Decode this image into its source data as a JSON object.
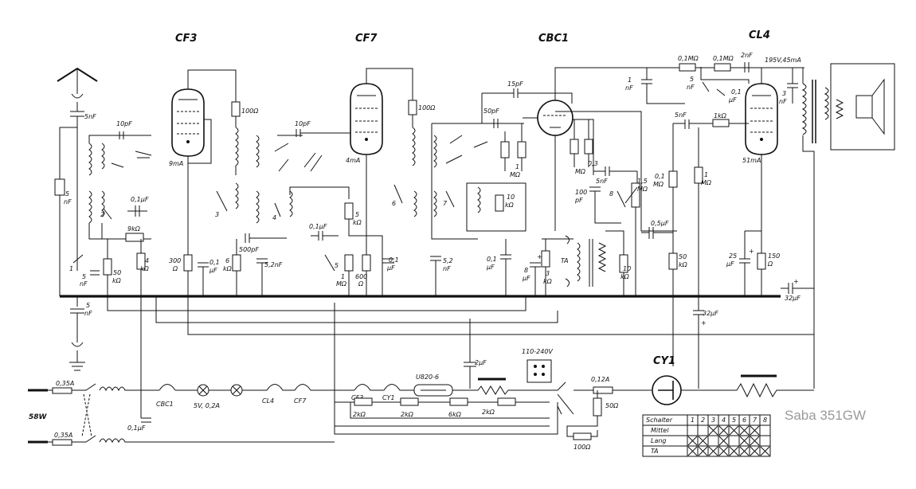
{
  "tubes": {
    "cf3": "CF3",
    "cf7": "CF7",
    "cbc1": "CBC1",
    "cl4": "CL4",
    "cy1": "CY1"
  },
  "labels": {
    "c_5nf_ant": "5nF",
    "c_10pf_1": "10pF",
    "r_100_1": "100Ω",
    "i_9ma": "9mA",
    "c_01uf_1": "0,1μF",
    "r_9k": "9kΩ",
    "r_50k_1": "50",
    "r_50k_1b": "kΩ",
    "r_4k": "4",
    "r_4kb": "kΩ",
    "r_300": "300",
    "r_300b": "Ω",
    "c_01uf_2a": "0,1",
    "c_01uf_2b": "μF",
    "r_6k": "6",
    "r_6kb": "kΩ",
    "c_500pf": "500pF",
    "c_52nf_1": "5,2nF",
    "c_10pf_2": "10pF",
    "r_100_2": "100Ω",
    "i_4ma": "4mA",
    "r_5k_a": "5",
    "r_5k_b": "kΩ",
    "c_01uf_3": "0,1μF",
    "r_1m_a": "1",
    "r_1m_b": "MΩ",
    "r_600_a": "600",
    "r_600_b": "Ω",
    "c_01uf_4a": "0,1",
    "c_01uf_4b": "μF",
    "c_52nf_2a": "5,2",
    "c_52nf_2b": "nF",
    "c_15pf": "15pF",
    "c_50pf": "50pF",
    "r_1m_2": "1",
    "r_1m_2b": "MΩ",
    "r_03m_a": "0,3",
    "r_03m_b": "MΩ",
    "c_5nf_2": "5nF",
    "c_100pf_a": "100",
    "c_100pf_b": "pF",
    "r_10k_a": "10",
    "r_10k_b": "kΩ",
    "r_15m_a": "1,5",
    "r_15m_b": "MΩ",
    "c_01uf_5a": "0,1",
    "c_01uf_5b": "μF",
    "c_8uf_a": "8",
    "c_8uf_b": "μF",
    "r_3k_a": "3",
    "r_3k_b": "kΩ",
    "ta": "TA",
    "r_10k_2a": "10",
    "r_10k_2b": "kΩ",
    "c_05uf": "0,5μF",
    "c_1nf_a": "1",
    "c_1nf_b": "nF",
    "r_01m_1": "0,1MΩ",
    "r_01m_2": "0,1MΩ",
    "c_2nf": "2nF",
    "v_195": "195V,45mA",
    "c_5nf_3a": "5",
    "c_5nf_3b": "nF",
    "c_01uf_6a": "0,1",
    "c_01uf_6b": "μF",
    "c_3nf_a": "3",
    "c_3nf_b": "nF",
    "c_5nf_4": "5nF",
    "r_1k": "1kΩ",
    "r_01m_3a": "0,1",
    "r_01m_3b": "MΩ",
    "r_1m_3a": "1",
    "r_1m_3b": "MΩ",
    "i_51ma": "51mA",
    "r_50k_2a": "50",
    "r_50k_2b": "kΩ",
    "c_25uf_a": "25",
    "c_25uf_b": "μF",
    "r_150_a": "150",
    "r_150_b": "Ω",
    "c_32uf_1": "32μF",
    "c_32uf_2": "32μF",
    "c_5nf_5a": "5",
    "c_5nf_5b": "nF",
    "c_5nf_6a": "5",
    "c_5nf_6b": "nF",
    "c_5nf_7a": "5",
    "c_5nf_7b": "nF",
    "c_2uf": "2μF",
    "v_110_240": "110-240V",
    "u820": "U820-6",
    "fuse_012": "0,12A",
    "r_50_a": "50Ω",
    "r_100_3": "100Ω",
    "fuse_035_1": "0,35A",
    "fuse_035_2": "0,35A",
    "w58": "58W",
    "c_01uf_7": "0,1μF",
    "h_cbc1": "CBC1",
    "lamp": "5V, 0,2A",
    "h_cl4": "CL4",
    "h_cf7": "CF7",
    "h_cf3": "CF3",
    "h_cy1": "CY1",
    "r_2k_1": "2kΩ",
    "r_2k_2": "2kΩ",
    "r_6k_2": "6kΩ",
    "r_2k_3": "2kΩ",
    "sw1": "1",
    "sw2": "2",
    "sw3": "3",
    "sw4": "4",
    "sw5": "5",
    "sw6": "6",
    "sw7": "7",
    "sw8": "8",
    "plus1": "+",
    "plus2": "+",
    "plus3": "+",
    "plus4": "+"
  },
  "switch_table": {
    "header": "Schalter",
    "columns": [
      "1",
      "2",
      "3",
      "4",
      "5",
      "6",
      "7",
      "8"
    ],
    "rows": [
      {
        "name": "Mittel",
        "marks": [
          false,
          false,
          true,
          true,
          true,
          true,
          true,
          false
        ]
      },
      {
        "name": "Lang",
        "marks": [
          true,
          true,
          false,
          true,
          false,
          true,
          true,
          false
        ]
      },
      {
        "name": "TA",
        "marks": [
          true,
          true,
          true,
          true,
          true,
          true,
          true,
          true
        ]
      }
    ]
  },
  "brand": "Saba 351GW"
}
